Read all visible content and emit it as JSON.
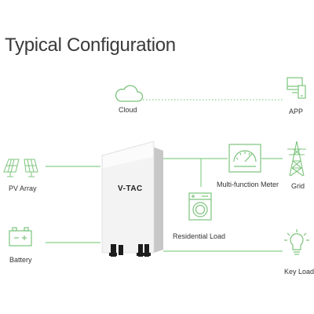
{
  "title": "Typical Configuration",
  "colors": {
    "accent": "#7cc47c",
    "line": "#8bd18b",
    "text": "#333333",
    "title": "#3a3a3a"
  },
  "inverter": {
    "brand": "V-TAC"
  },
  "nodes": [
    {
      "id": "cloud",
      "label": "Cloud",
      "icon": "cloud-icon"
    },
    {
      "id": "app",
      "label": "APP",
      "icon": "phone-app-icon"
    },
    {
      "id": "pv",
      "label": "PV Array",
      "icon": "solar-panel-icon"
    },
    {
      "id": "meter",
      "label": "Multi-function Meter",
      "icon": "meter-icon"
    },
    {
      "id": "grid",
      "label": "Grid",
      "icon": "pylon-icon"
    },
    {
      "id": "residential",
      "label": "Residential Load",
      "icon": "washing-machine-icon"
    },
    {
      "id": "battery",
      "label": "Battery",
      "icon": "battery-icon"
    },
    {
      "id": "keyload",
      "label": "Key Load",
      "icon": "light-bulb-icon"
    }
  ]
}
